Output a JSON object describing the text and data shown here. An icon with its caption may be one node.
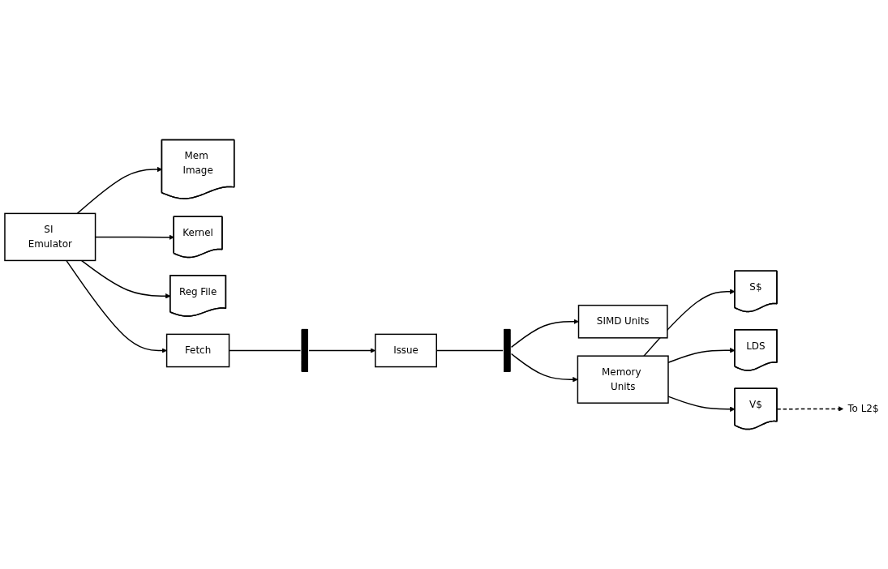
{
  "diagram": {
    "nodes": [
      {
        "text": [
          "Mem Image"
        ]
      },
      {
        "text": [
          "Kernel"
        ]
      },
      {
        "text": [
          "SI Emulator"
        ]
      },
      {
        "text": [
          "Reg File"
        ]
      },
      {
        "text": [
          "Fetch"
        ]
      },
      {
        "text": [],
        "shape": "bar"
      },
      {
        "text": [
          "Issue"
        ]
      },
      {
        "text": [],
        "shape": "bar"
      },
      {
        "text": [
          "SIMD Units"
        ]
      },
      {
        "text": [
          "Memory Units"
        ]
      },
      {
        "text": [
          "S$"
        ]
      },
      {
        "text": [
          "LDS"
        ]
      },
      {
        "text": [
          "V$"
        ]
      },
      {
        "text": [
          "To L2$"
        ]
      }
    ],
    "edges": [
      {
        "from": 2,
        "to": 0,
        "arrow": "to"
      },
      {
        "from": 2,
        "to": 1,
        "arrow": "to"
      },
      {
        "from": 2,
        "to": 3,
        "arrow": "to"
      },
      {
        "from": 2,
        "to": 4,
        "arrow": "to"
      },
      {
        "from": 4,
        "to": 5,
        "arrow": "none"
      },
      {
        "from": 5,
        "to": 6,
        "arrow": "to"
      },
      {
        "from": 6,
        "to": 7,
        "arrow": "none"
      },
      {
        "from": 7,
        "to": 8,
        "arrow": "to"
      },
      {
        "from": 7,
        "to": 9,
        "arrow": "to"
      },
      {
        "from": 9,
        "to": 10,
        "arrow": "to"
      },
      {
        "from": 9,
        "to": 11,
        "arrow": "to"
      },
      {
        "from": 9,
        "to": 12,
        "arrow": "to"
      },
      {
        "from": 12,
        "to": 13,
        "arrow": "to",
        "style": "dashed"
      }
    ]
  }
}
